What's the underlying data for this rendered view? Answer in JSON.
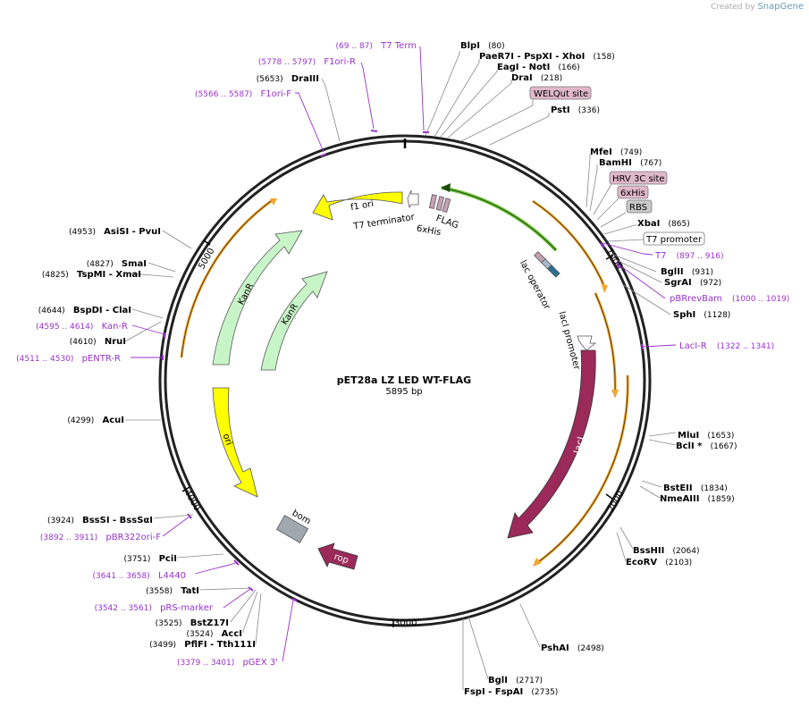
{
  "credit": {
    "prefix": "Created by",
    "brand": "SnapGene"
  },
  "plasmid": {
    "name": "pET28a LZ LED WT-FLAG",
    "length": "5895 bp"
  },
  "colors": {
    "primer": "#9932cc",
    "enzyme": "#000000",
    "yellow": "#ffff00",
    "kanr": "#c8f5c8",
    "laci": "#9b2a5a",
    "rop": "#9b2a5a",
    "orf": "#f0a830",
    "green_arc": "#6fc43a",
    "bom": "#a0a8b0",
    "feature_box": "#e0b8c8"
  },
  "ticks": [
    "1000",
    "2000",
    "3000",
    "4000",
    "5000"
  ],
  "enzymes": [
    {
      "name": "BlpI",
      "pos": "(80)"
    },
    {
      "name": "PaeR7I  - PspXI  - XhoI",
      "pos": "(158)"
    },
    {
      "name": "EagI  - NotI",
      "pos": "(166)"
    },
    {
      "name": "DraI",
      "pos": "(218)"
    },
    {
      "name": "PstI",
      "pos": "(336)"
    },
    {
      "name": "MfeI",
      "pos": "(749)"
    },
    {
      "name": "BamHI",
      "pos": "(767)"
    },
    {
      "name": "XbaI",
      "pos": "(865)"
    },
    {
      "name": "BglII",
      "pos": "(931)"
    },
    {
      "name": "SgrAI",
      "pos": "(972)"
    },
    {
      "name": "SphI",
      "pos": "(1128)"
    },
    {
      "name": "MluI",
      "pos": "(1653)"
    },
    {
      "name": "BclI  *",
      "pos": "(1667)"
    },
    {
      "name": "BstEII",
      "pos": "(1834)"
    },
    {
      "name": "NmeAIII",
      "pos": "(1859)"
    },
    {
      "name": "BssHII",
      "pos": "(2064)"
    },
    {
      "name": "EcoRV",
      "pos": "(2103)"
    },
    {
      "name": "PshAI",
      "pos": "(2498)"
    },
    {
      "name": "BglI",
      "pos": "(2717)"
    },
    {
      "name": "FspI  - FspAI",
      "pos": "(2735)"
    },
    {
      "name": "PflFI  - Tth111I",
      "pos": "(3499)"
    },
    {
      "name": "AccI",
      "pos": "(3524)"
    },
    {
      "name": "BstZ17I",
      "pos": "(3525)"
    },
    {
      "name": "TatI",
      "pos": "(3558)"
    },
    {
      "name": "PciI",
      "pos": "(3751)"
    },
    {
      "name": "BssSI  - BssSαI",
      "pos": "(3924)"
    },
    {
      "name": "AcuI",
      "pos": "(4299)"
    },
    {
      "name": "NruI",
      "pos": "(4610)"
    },
    {
      "name": "BspDI  - ClaI",
      "pos": "(4644)"
    },
    {
      "name": "TspMI  - XmaI",
      "pos": "(4825)"
    },
    {
      "name": "SmaI",
      "pos": "(4827)"
    },
    {
      "name": "AsiSI  - PvuI",
      "pos": "(4953)"
    },
    {
      "name": "DraIII",
      "pos": "(5653)"
    }
  ],
  "primers": [
    {
      "name": "T7 Term",
      "pos": "(69 .. 87)"
    },
    {
      "name": "F1ori-R",
      "pos": "(5778 .. 5797)"
    },
    {
      "name": "F1ori-F",
      "pos": "(5566 .. 5587)"
    },
    {
      "name": "T7",
      "pos": "(897 .. 916)"
    },
    {
      "name": "pBRrevBam",
      "pos": "(1000 .. 1019)"
    },
    {
      "name": "LacI-R",
      "pos": "(1322 .. 1341)"
    },
    {
      "name": "Kan-R",
      "pos": "(4595 .. 4614)"
    },
    {
      "name": "pENTR-R",
      "pos": "(4511 .. 4530)"
    },
    {
      "name": "pBR322ori-F",
      "pos": "(3892 .. 3911)"
    },
    {
      "name": "L4440",
      "pos": "(3641 .. 3658)"
    },
    {
      "name": "pRS-marker",
      "pos": "(3542 .. 3561)"
    },
    {
      "name": "pGEX 3'",
      "pos": "(3379 .. 3401)"
    }
  ],
  "sites": {
    "welqut": "WELQut site",
    "hrv3c": "HRV 3C site",
    "his": "6xHis",
    "rbs": "RBS",
    "t7_promoter": "T7 promoter"
  },
  "features": {
    "f1ori": "f1 ori",
    "t7_terminator": "T7 terminator",
    "his": "6xHis",
    "flag": "FLAG",
    "lac_operator": "lac operator",
    "laci_promoter": "lacI promoter",
    "laci": "lacI",
    "kanr_outer": "KanR",
    "kanr_inner": "KanR",
    "ori": "ori",
    "bom": "bom",
    "rop": "rop"
  }
}
